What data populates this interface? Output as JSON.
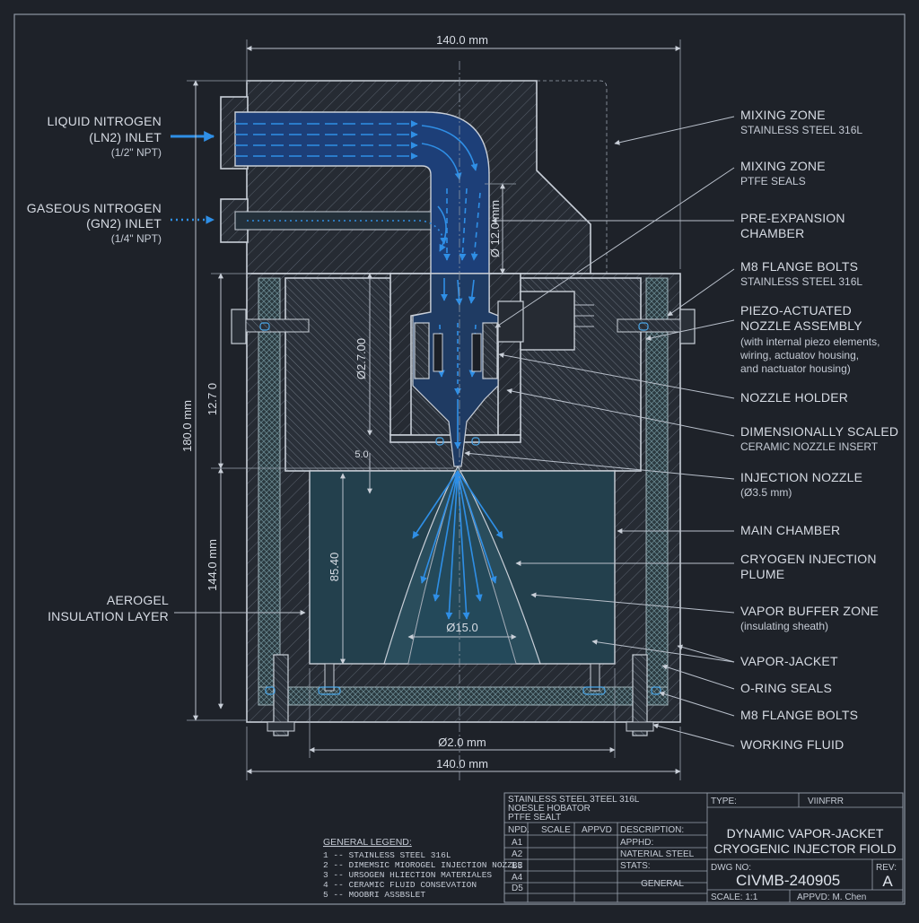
{
  "dimensions": {
    "top_width": "140.0 mm",
    "bottom_width": "140.0 mm",
    "inner_width": "Ø2.0 mm",
    "height_total": "180.0 mm",
    "height_lower": "144.0 mm",
    "upper_section": "12.7 0",
    "bore": "Ø 12.0 mm",
    "nozzle_holder_dia": "Ø2.7.00",
    "nozzle_gap": "5.0",
    "chamber_depth": "85.40",
    "plume_dia": "Ø15.0"
  },
  "left_labels": {
    "ln2_line1": "LIQUID NITROGEN",
    "ln2_line2": "(LN2) INLET",
    "ln2_size": "(1/2\" NPT)",
    "gn2_line1": "GASEOUS NITROGEN",
    "gn2_line2": "(GN2) INLET",
    "gn2_size": "(1/4\" NPT)",
    "aerogel_line1": "AEROGEL",
    "aerogel_line2": "INSULATION LAYER"
  },
  "right_labels": [
    {
      "title": "MIXING ZONE",
      "sub": "STAINLESS STEEL 316L"
    },
    {
      "title": "MIXING ZONE",
      "sub": "PTFE SEALS"
    },
    {
      "title": "PRE-EXPANSION",
      "title2": "CHAMBER"
    },
    {
      "title": "M8 FLANGE BOLTS",
      "sub": "STAINLESS STEEL 316L"
    },
    {
      "title": "PIEZO-ACTUATED",
      "title2": "NOZZLE ASSEMBLY",
      "sub": "(with internal piezo elements,",
      "sub2": "wiring, actuatov housing,",
      "sub3": "and nactuator housing)"
    },
    {
      "title": "NOZZLE HOLDER"
    },
    {
      "title": "DIMENSIONALLY SCALED",
      "sub": "CERAMIC NOZZLE INSERT"
    },
    {
      "title": "INJECTION NOZZLE",
      "sub": "(Ø3.5 mm)"
    },
    {
      "title": "MAIN CHAMBER"
    },
    {
      "title": "CRYOGEN INJECTION",
      "title2": "PLUME"
    },
    {
      "title": "VAPOR BUFFER ZONE",
      "sub": "(insulating sheath)"
    },
    {
      "title": "VAPOR-JACKET"
    },
    {
      "title": "O-RING SEALS"
    },
    {
      "title": "M8 FLANGE BOLTS"
    },
    {
      "title": "WORKING FLUID"
    }
  ],
  "title_block": {
    "materials": [
      "STAINLESS STEEL 3TEEL 316L",
      "NOESLE HOBATOR",
      "PTFE SEALT"
    ],
    "col_no": "NPD.",
    "col_scale": "SCALE",
    "col_appvd": "APPVD",
    "rows": [
      "A1",
      "A2",
      "B3",
      "A4",
      "D5"
    ],
    "desc_label": "DESCRIPTION:",
    "apphd": "APPHD:",
    "material": "NATERIAL STEEL",
    "stats": "STATS:",
    "general": "GENERAL",
    "type_label": "TYPE:",
    "viewer": "VIINFRR",
    "title_line1": "DYNAMIC VAPOR-JACKET",
    "title_line2": "CRYOGENIC INJECTOR FIOLD",
    "dwg_label": "DWG NO:",
    "dwg_no": "CIVMB-240905",
    "rev_label": "REV:",
    "rev": "A",
    "scale": "SCALE: 1:1",
    "appvd_by": "APPVD: M. Chen"
  },
  "legend": {
    "title": "GENERAL LEGEND:",
    "items": [
      "1 -- STAINLESS STEEL 316L",
      "2 -- DIMEMSIC MIOROGEL INJECTION NOZZLE",
      "3 -- URSOGEN HLIECTION MATERIALES",
      "4 -- CERAMIC FLUID CONSEVATION",
      "5 -- MOOBRI ASSBSLET"
    ]
  },
  "colors": {
    "background": "#1e2229",
    "line": "#c9cfd8",
    "flow": "#2f8fe6",
    "chamber_fill": "#23404d"
  }
}
